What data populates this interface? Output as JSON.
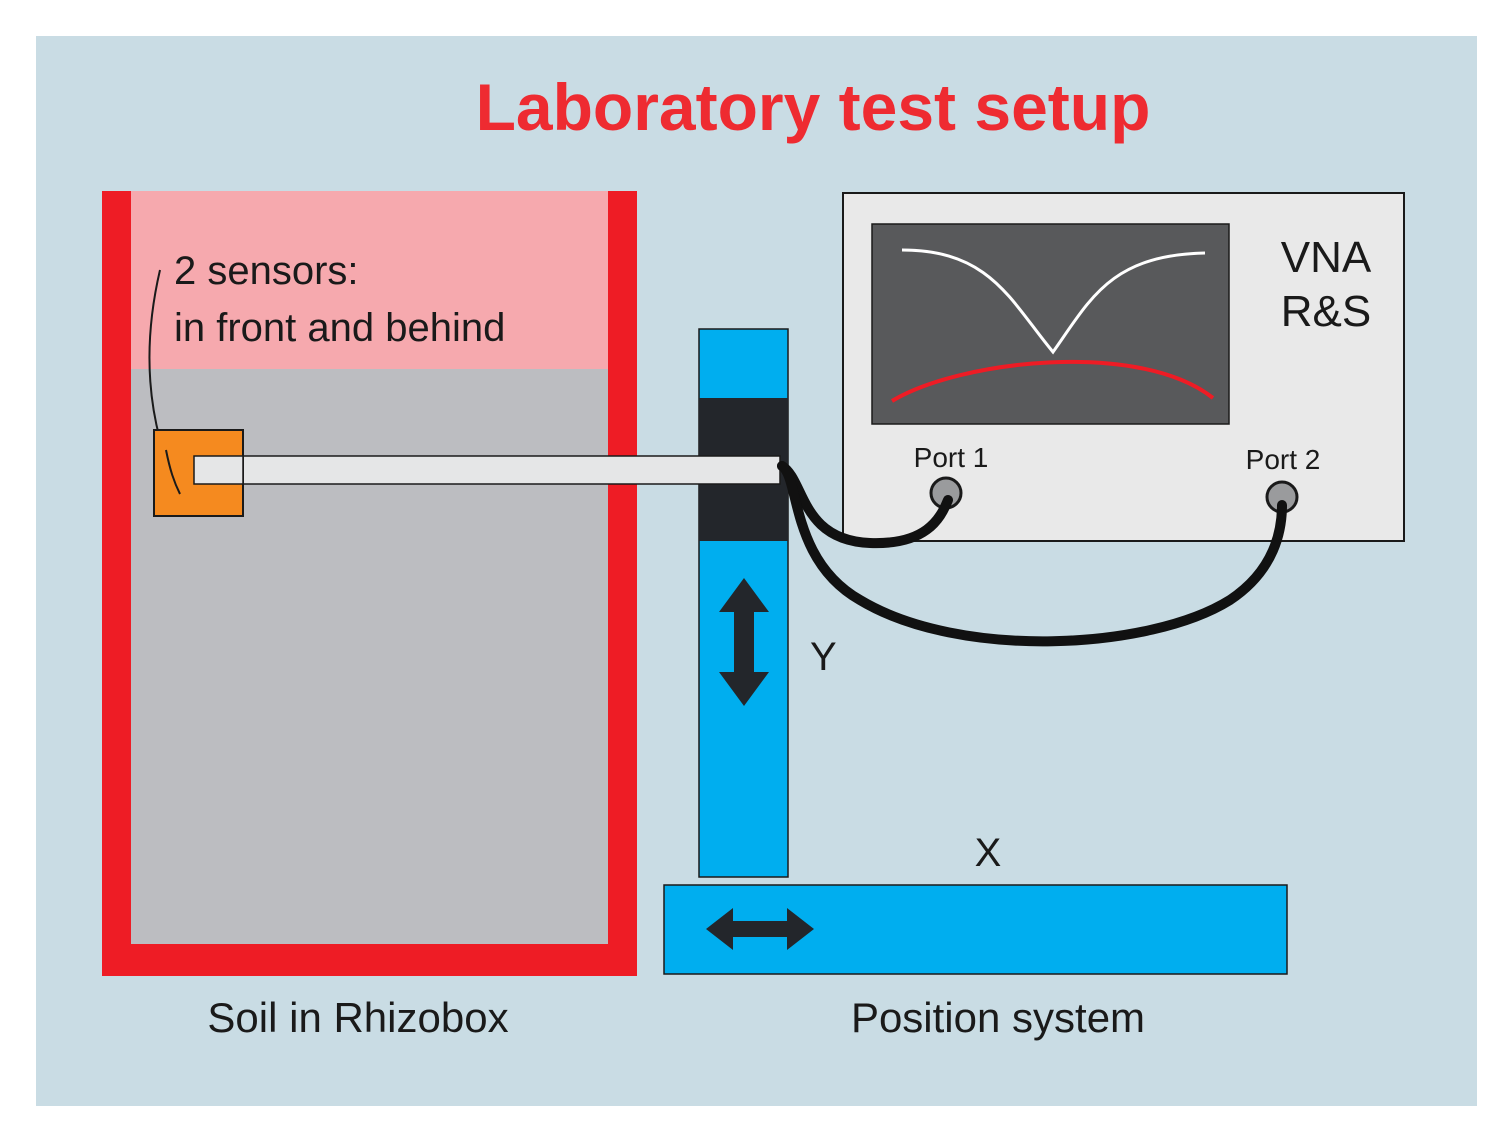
{
  "diagram": {
    "title": "Laboratory test setup",
    "sensor_note": {
      "line1": "2 sensors:",
      "line2": "in front and behind"
    },
    "rhizobox_label": "Soil in Rhizobox",
    "position_system_label": "Position system",
    "axis_y": "Y",
    "axis_x": "X",
    "vna": {
      "line1": "VNA",
      "line2": "R&S",
      "port1": "Port 1",
      "port2": "Port 2"
    }
  },
  "colors": {
    "background": "#c9dce4",
    "title": "#ee2b31",
    "rhizobox_frame": "#ee1c25",
    "air_zone": "#f6a9ae",
    "soil": "#bcbdc1",
    "sensor": "#f58a1f",
    "rail": "#00aeef",
    "carriage": "#23262b",
    "vna_body": "#e9e9e9",
    "vna_screen": "#58595b",
    "curve_white": "#ffffff",
    "curve_red": "#ee1c25",
    "cable": "#111111"
  }
}
